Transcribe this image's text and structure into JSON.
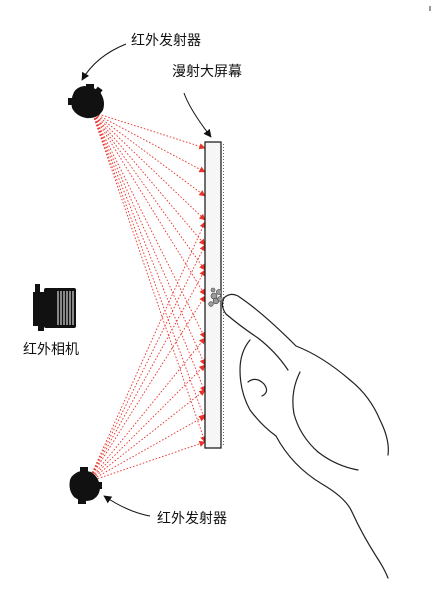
{
  "labels": {
    "top_emitter": "红外发射器",
    "screen": "漫射大屏幕",
    "camera": "红外相机",
    "bottom_emitter": "红外发射器"
  },
  "colors": {
    "ray": "#e8332a",
    "ink": "#111111",
    "screen_fill": "#f6f6f6"
  }
}
